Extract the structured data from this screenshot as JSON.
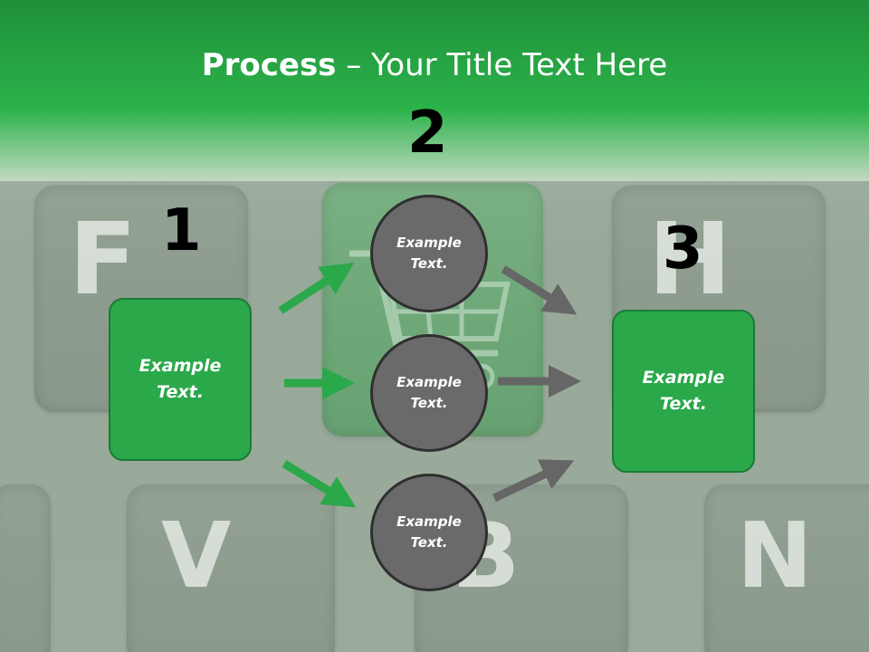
{
  "title": {
    "bold": "Process",
    "rest": " – Your Title Text Here"
  },
  "steps": [
    {
      "number": "1"
    },
    {
      "number": "2"
    },
    {
      "number": "3"
    }
  ],
  "boxes": [
    {
      "text": "Example Text."
    },
    {
      "text": "Example Text."
    }
  ],
  "circles": [
    {
      "text": "Example Text."
    },
    {
      "text": "Example Text."
    },
    {
      "text": "Example Text."
    }
  ],
  "background": {
    "keys": [
      "F",
      "H",
      "V",
      "B",
      "N"
    ]
  },
  "colors": {
    "accent_green": "#2aa84a",
    "circle_gray": "#6a6a6a",
    "arrow_gray": "#666666",
    "title_band": "#2bb34a"
  }
}
